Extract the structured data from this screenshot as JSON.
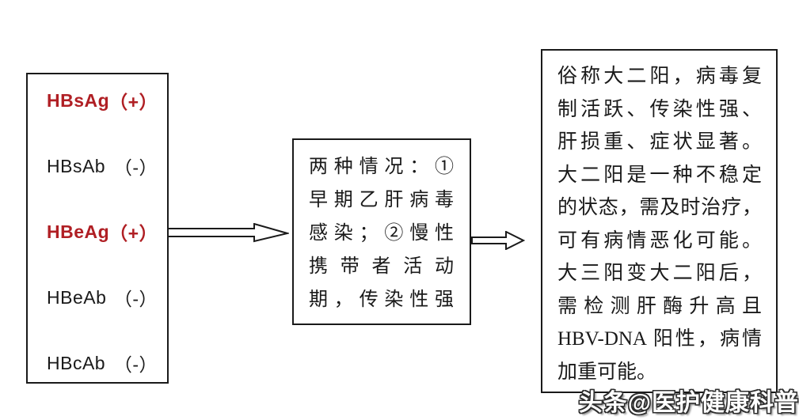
{
  "colors": {
    "red": "#B01F24",
    "text": "#1A1A1A",
    "border": "#1A1A1A",
    "background": "#FFFFFF"
  },
  "left_box": {
    "rows": [
      {
        "name": "HBsAg",
        "sign": "（+）",
        "positive": true
      },
      {
        "name": "HBsAb",
        "sign": "（-）",
        "positive": false
      },
      {
        "name": "HBeAg",
        "sign": "（+）",
        "positive": true
      },
      {
        "name": "HBeAb",
        "sign": "（-）",
        "positive": false
      },
      {
        "name": "HBcAb",
        "sign": "（-）",
        "positive": false
      }
    ]
  },
  "middle_box": {
    "lines": [
      "两种情况：①",
      "早期乙肝病毒",
      "感染；②慢性",
      "携带者活动",
      "期，传染性强"
    ]
  },
  "right_box": {
    "lines": [
      "俗称大二阳，病毒复",
      "制活跃、传染性强、",
      "肝损重、症状显著。",
      "大二阳是一种不稳定",
      "的状态，需及时治疗，",
      "可有病情恶化可能。",
      "大三阳变大二阳后，",
      "需检测肝酶升高且",
      "HBV-DNA 阳性，病情",
      "加重可能。"
    ]
  },
  "watermark": {
    "text": "头条@医护健康科普"
  }
}
